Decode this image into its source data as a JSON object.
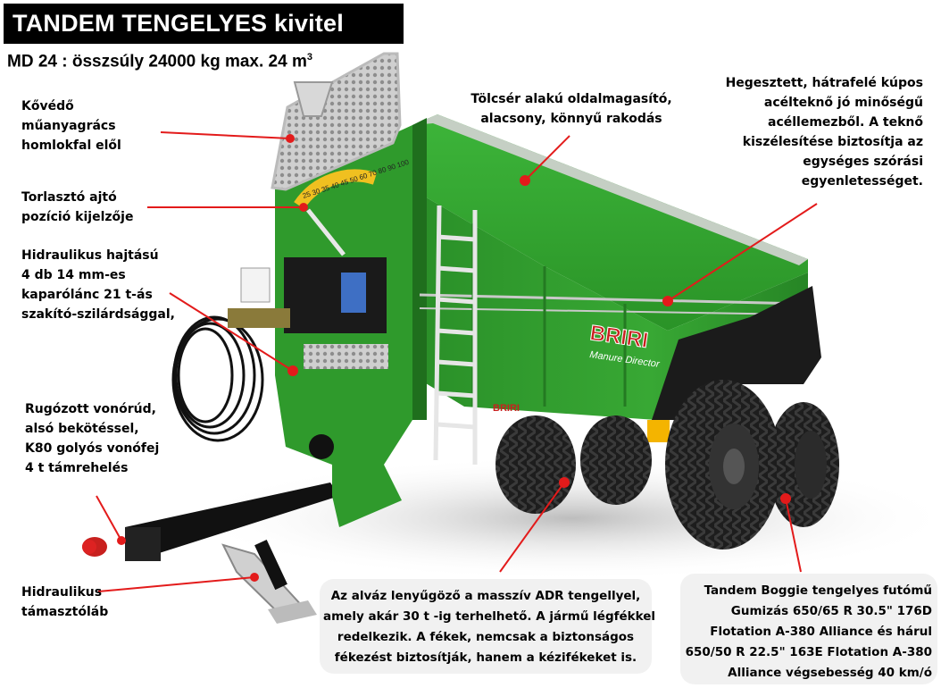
{
  "title": {
    "main": "TANDEM TENGELYES",
    "sub": "kivitel"
  },
  "spec": {
    "text": "MD 24 :  összsúly 24000 kg max. 24 m",
    "sup": "3"
  },
  "labels": {
    "kovedo": [
      "Kővédő",
      "műanyagrács",
      "homlokfal elől"
    ],
    "torlaszto": [
      "Torlasztó ajtó",
      "pozíció kijelzője"
    ],
    "hidraulikus_hajtas": [
      "Hidraulikus hajtású",
      "4 db 14 mm-es",
      "kaparólánc 21 t-ás",
      "szakító-szilárdsággal,"
    ],
    "rugozott": [
      "Rugózott vonórúd,",
      "alsó bekötéssel,",
      "K80 golyós vonófej",
      "4 t támrehelés"
    ],
    "tamasztolab": [
      "Hidraulikus",
      "támasztóláb"
    ],
    "tolcser": [
      "Tölcsér alakú oldalmagasító,",
      "alacsony, könnyű rakodás"
    ],
    "hegesztett": [
      "Hegesztett, hátrafelé kúpos",
      "acélteknő jó minőségű",
      "acéllemezből. A teknő",
      "kiszélesítése biztosítja az",
      "egységes szórási",
      "egyenletességet."
    ],
    "alvaz": [
      "Az alváz lenyűgöző a masszív ADR tengellyel,",
      "amely akár 30 t -ig terhelhető. A jármű légfékkel",
      "redelkezik. A fékek, nemcsak a biztonságos",
      "fékezést biztosítják, hanem a kézifékeket is."
    ],
    "tandem": [
      "Tandem Boggie tengelyes futómű",
      "Gumizás 650/65 R 30.5\" 176D",
      "Flotation A-380 Alliance és hárul",
      "650/50 R 22.5\" 163E Flotation A-380",
      "Alliance végsebesség 40 km/ó"
    ]
  },
  "machine": {
    "brand": "BRIRI",
    "model": "Manure Director",
    "model_num": "24",
    "small_brand": "BRIRI",
    "scale_marks": "25 30 35 40 45 50 60 70 80 90 100"
  },
  "colors": {
    "body": "#2f9a2c",
    "body_dark": "#1f6f1d",
    "pointer": "#e31b1b",
    "brand_red": "#c8201e"
  }
}
